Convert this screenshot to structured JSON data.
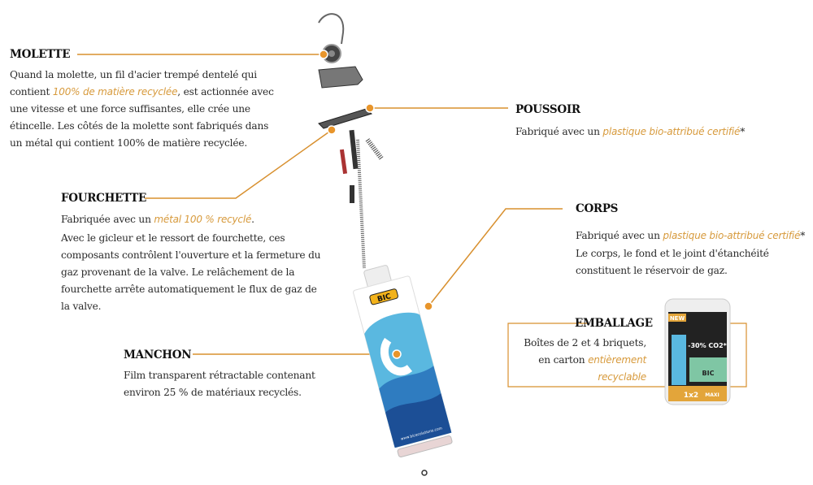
{
  "accent_color": "#d8902f",
  "sections": {
    "molette": {
      "title": "MOLETTE",
      "text_before": "Quand la molette, un fil d'acier trempé dentelé qui contient ",
      "highlight": "100% de matière recyclée",
      "text_after": ", est actionnée avec une vitesse et une force suffisantes, elle crée une étincelle. Les côtés de la molette sont fabriqués dans un métal qui contient 100% de matière recyclée."
    },
    "poussoir": {
      "title": "POUSSOIR",
      "text_before": "Fabriqué avec un ",
      "highlight": "plastique bio-attribué certifié",
      "text_after": "*"
    },
    "fourchette": {
      "title": "FOURCHETTE",
      "text_before": "Fabriquée avec un ",
      "highlight": "métal 100 % recyclé",
      "text_after": ".",
      "text2": "Avec le gicleur et le ressort de fourchette, ces composants contrôlent l'ouverture et la fermeture du gaz provenant de la valve. Le relâchement de la fourchette arrête automatiquement le flux de gaz de la valve."
    },
    "corps": {
      "title": "CORPS",
      "text_before": "Fabriqué avec un ",
      "highlight": "plastique bio-attribué certifié",
      "text_after": "*",
      "text2": "Le corps, le fond et le joint d'étanchéité constituent le réservoir de gaz."
    },
    "manchon": {
      "title": "MANCHON",
      "text": "Film transparent rétractable contenant environ 25 % de matériaux recyclés."
    },
    "emballage": {
      "title": "EMBALLAGE",
      "text_before": "Boîtes de 2 et 4 briquets, en carton ",
      "highlight": "entièrement recyclable"
    }
  },
  "package": {
    "badge": "NEW",
    "co2": "-30% CO2*",
    "brand": "BIC",
    "count": "1x2",
    "size": "MAXI"
  },
  "lighter": {
    "brand": "BIC",
    "url": "www.bicecolutions.com"
  }
}
